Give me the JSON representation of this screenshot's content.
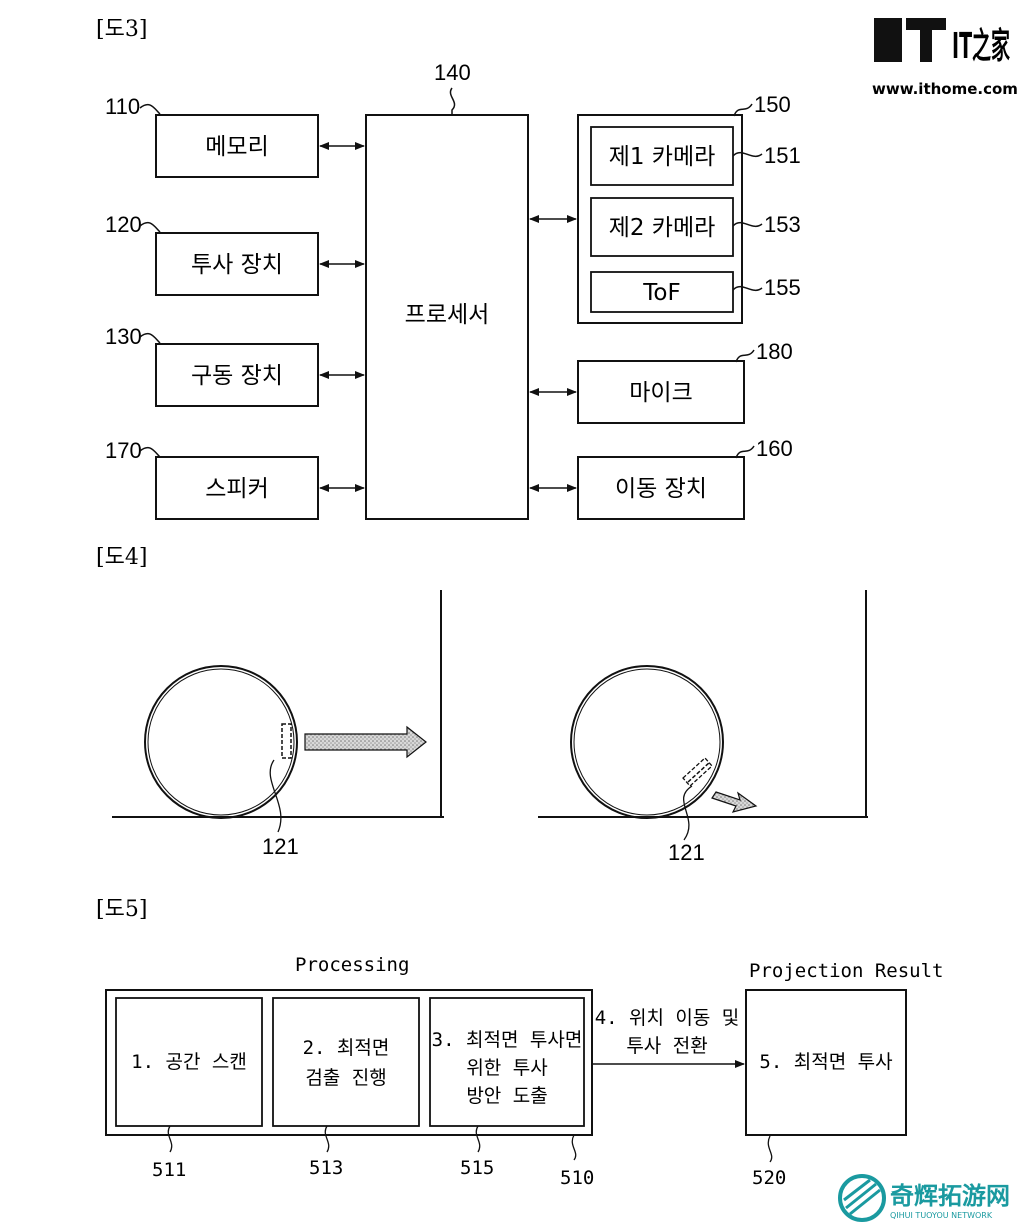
{
  "watermark_top": {
    "logo": "IT之家",
    "url": "www.ithome.com"
  },
  "watermark_bottom": {
    "name": "奇辉拓游网",
    "sub": "QIHUI TUOYOU NETWORK"
  },
  "fig3": {
    "label": "[도3]",
    "memory": {
      "ref": "110",
      "text": "메모리"
    },
    "projector": {
      "ref": "120",
      "text": "투사 장치"
    },
    "driver": {
      "ref": "130",
      "text": "구동 장치"
    },
    "speaker": {
      "ref": "170",
      "text": "스피커"
    },
    "processor": {
      "ref": "140",
      "text": "프로세서"
    },
    "sensor_group": {
      "ref": "150"
    },
    "camera1": {
      "ref": "151",
      "text": "제1 카메라"
    },
    "camera2": {
      "ref": "153",
      "text": "제2 카메라"
    },
    "tof": {
      "ref": "155",
      "text": "ToF"
    },
    "mic": {
      "ref": "180",
      "text": "마이크"
    },
    "mover": {
      "ref": "160",
      "text": "이동 장치"
    }
  },
  "fig4": {
    "label": "[도4]",
    "left_ref": "121",
    "right_ref": "121"
  },
  "fig5": {
    "label": "[도5]",
    "processing_title": "Processing",
    "result_title": "Projection Result",
    "step1": {
      "ref": "511",
      "line1": "1. 공간 스캔"
    },
    "step2": {
      "ref": "513",
      "line1": "2. 최적면",
      "line2": "검출 진행"
    },
    "step3": {
      "ref": "515",
      "line1": "3. 최적면 투사면",
      "line2": "위한 투사",
      "line3": "방안 도출"
    },
    "processing_ref": "510",
    "arrow_line1": "4. 위치 이동 및",
    "arrow_line2": "투사 전환",
    "step5": {
      "ref": "520",
      "line1": "5. 최적면 투사"
    }
  },
  "colors": {
    "ink": "#111111",
    "arrow_fill": "#bdbdbd",
    "watermark_teal": "#1a9aa0"
  }
}
